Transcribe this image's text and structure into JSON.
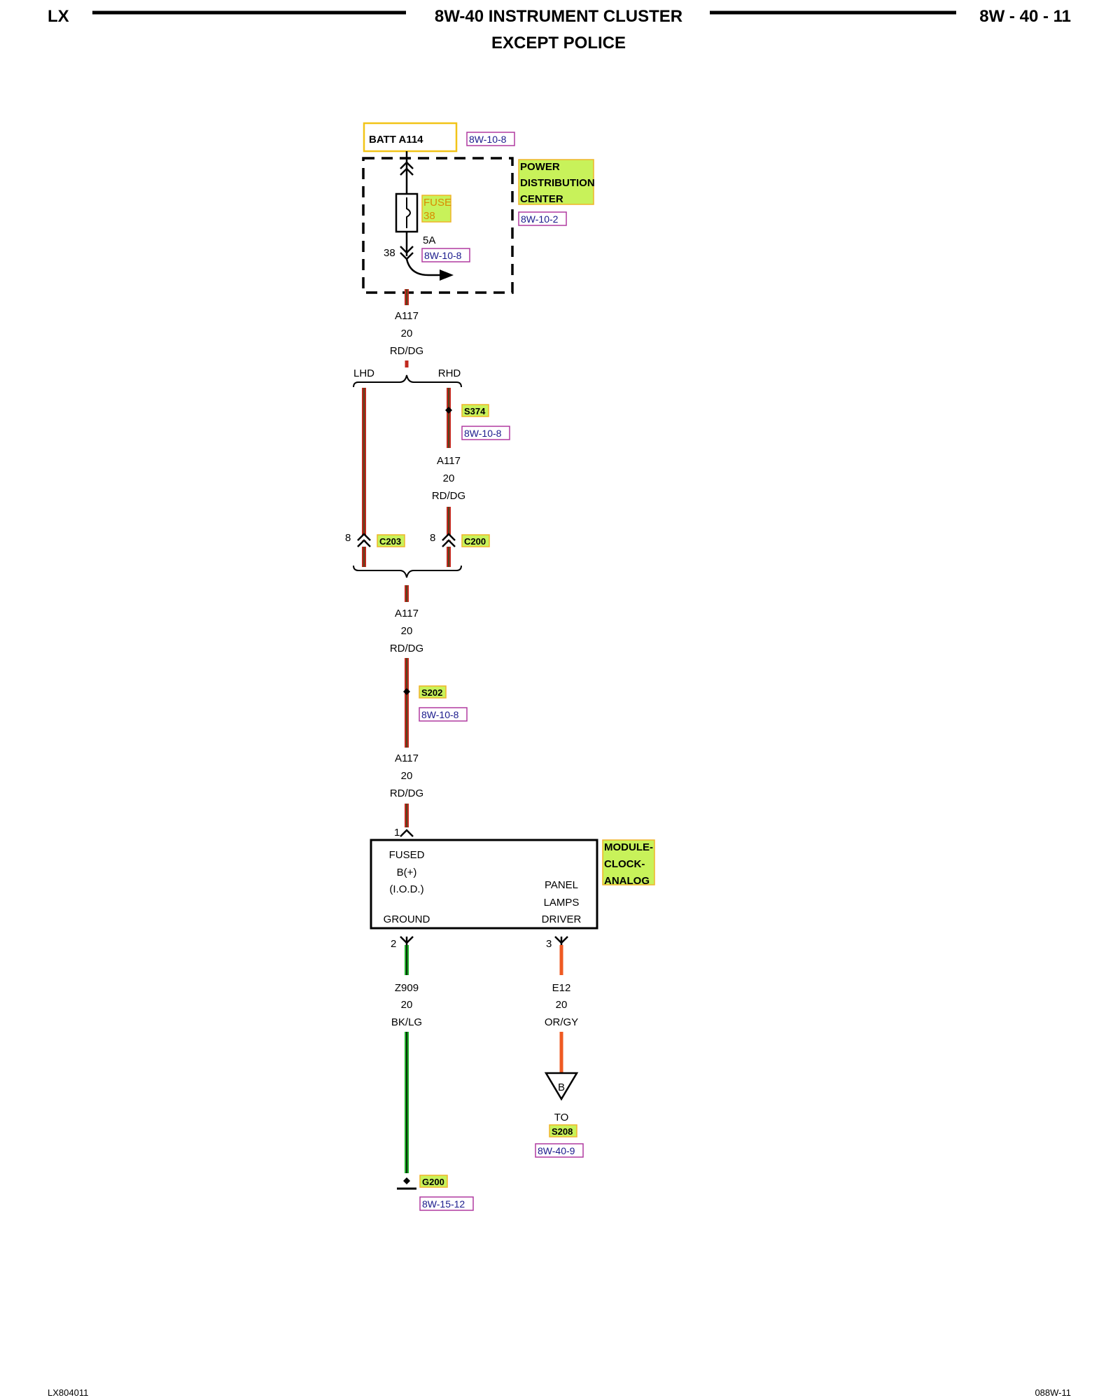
{
  "header": {
    "left": "LX",
    "title": "8W-40 INSTRUMENT CLUSTER",
    "subtitle": "EXCEPT POLICE",
    "right": "8W - 40 - 11"
  },
  "footer": {
    "left": "LX804011",
    "right": "088W-11"
  },
  "colors": {
    "wire_red_dg": "#c0281e",
    "wire_dg_stripe": "#2f4f1f",
    "wire_green": "#1fae2a",
    "wire_orange": "#ef5a22",
    "highlight_fill": "#c8f25a",
    "highlight_border": "#f0b429",
    "ref_border": "#b03aa0"
  },
  "battery": {
    "label": "BATT A114",
    "ref": "8W-10-8"
  },
  "pdc": {
    "line1": "POWER",
    "line2": "DISTRIBUTION",
    "line3": "CENTER",
    "ref": "8W-10-2",
    "fuse_line1": "FUSE",
    "fuse_line2": "38",
    "amp": "5A",
    "fuse_ref": "8W-10-8",
    "cavity": "38"
  },
  "wire_a117_top": {
    "circuit": "A117",
    "gauge": "20",
    "color": "RD/DG"
  },
  "branch": {
    "lhd": "LHD",
    "rhd": "RHD"
  },
  "splice_s374": {
    "label": "S374",
    "ref": "8W-10-8"
  },
  "wire_a117_rhd": {
    "circuit": "A117",
    "gauge": "20",
    "color": "RD/DG"
  },
  "connector_c203": {
    "label": "C203",
    "pin": "8"
  },
  "connector_c200": {
    "label": "C200",
    "pin": "8"
  },
  "wire_a117_mid": {
    "circuit": "A117",
    "gauge": "20",
    "color": "RD/DG"
  },
  "splice_s202": {
    "label": "S202",
    "ref": "8W-10-8"
  },
  "wire_a117_low": {
    "circuit": "A117",
    "gauge": "20",
    "color": "RD/DG"
  },
  "module": {
    "name_line1": "MODULE-",
    "name_line2": "CLOCK-",
    "name_line3": "ANALOG",
    "pin_top": "1",
    "fused_1": "FUSED",
    "fused_2": "B(+)",
    "fused_3": "(I.O.D.)",
    "ground": "GROUND",
    "panel_1": "PANEL",
    "panel_2": "LAMPS",
    "panel_3": "DRIVER",
    "pin_ground": "2",
    "pin_panel": "3"
  },
  "wire_z909": {
    "circuit": "Z909",
    "gauge": "20",
    "color": "BK/LG"
  },
  "wire_e12": {
    "circuit": "E12",
    "gauge": "20",
    "color": "OR/GY"
  },
  "ground_g200": {
    "label": "G200",
    "ref": "8W-15-12"
  },
  "connector_b": {
    "letter": "B",
    "to": "TO",
    "label": "S208",
    "ref": "8W-40-9"
  }
}
